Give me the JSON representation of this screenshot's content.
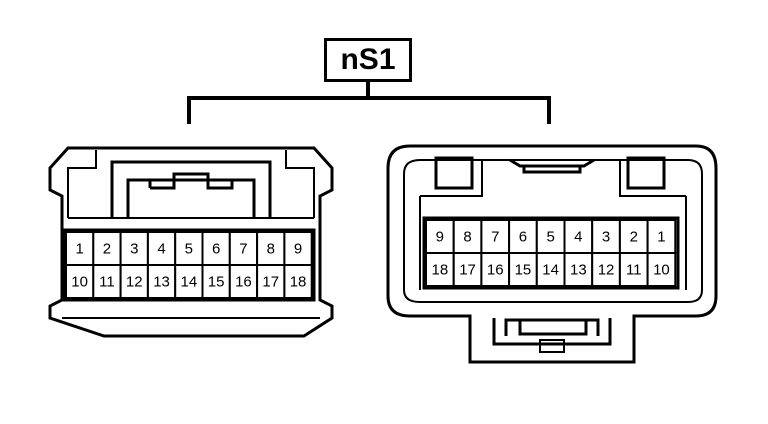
{
  "connector_label": "nS1",
  "colors": {
    "line": "#000000",
    "background": "#ffffff"
  },
  "left_connector": {
    "name": "connector-harness-side",
    "rows": [
      [
        "1",
        "2",
        "3",
        "4",
        "5",
        "6",
        "7",
        "8",
        "9"
      ],
      [
        "10",
        "11",
        "12",
        "13",
        "14",
        "15",
        "16",
        "17",
        "18"
      ]
    ]
  },
  "right_connector": {
    "name": "connector-component-side",
    "rows": [
      [
        "9",
        "8",
        "7",
        "6",
        "5",
        "4",
        "3",
        "2",
        "1"
      ],
      [
        "18",
        "17",
        "16",
        "15",
        "14",
        "13",
        "12",
        "11",
        "10"
      ]
    ]
  }
}
